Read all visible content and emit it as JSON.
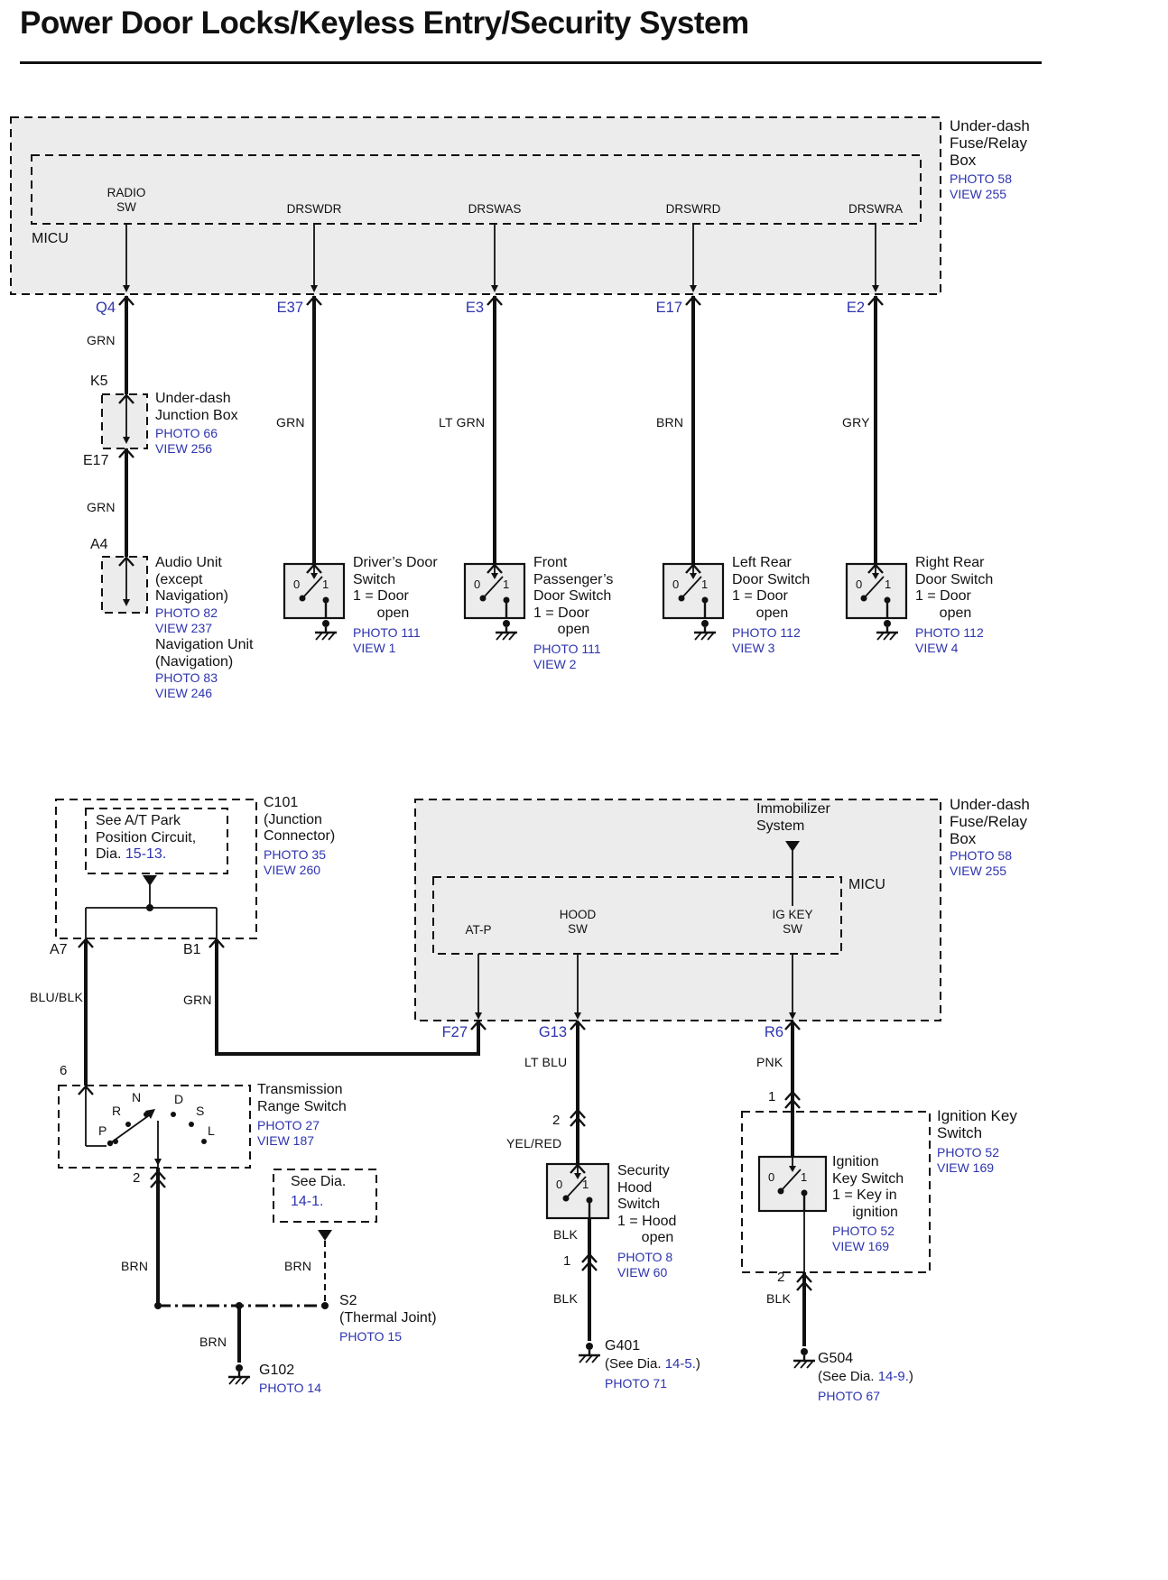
{
  "title": "Power Door Locks/Keyless Entry/Security System",
  "colors": {
    "ink": "#111111",
    "ref": "#2e34ae",
    "fill": "#ececec"
  },
  "sw0": "0",
  "sw1": "1",
  "top": {
    "fusebox": {
      "label": "Under-dash\nFuse/Relay\nBox",
      "photo": "PHOTO 58",
      "view": "VIEW 255",
      "micu": "MICU",
      "terminals": {
        "radio": "RADIO\nSW",
        "drswdr": "DRSWDR",
        "drswas": "DRSWAS",
        "drswrd": "DRSWRD",
        "drswra": "DRSWRA"
      }
    },
    "pins": {
      "q4": "Q4",
      "e37": "E37",
      "e3": "E3",
      "e17": "E17",
      "e2": "E2"
    },
    "wires": {
      "q4a": "GRN",
      "q4b": "GRN",
      "e37": "GRN",
      "e3": "LT GRN",
      "e17": "BRN",
      "e2": "GRY"
    },
    "junction": {
      "pin_top": "K5",
      "label": "Under-dash\nJunction Box",
      "photo": "PHOTO 66",
      "view": "VIEW 256",
      "pin_bottom": "E17"
    },
    "audio": {
      "pin": "A4",
      "label1": "Audio Unit\n(except\nNavigation)",
      "photo1": "PHOTO 82",
      "view1": "VIEW 237",
      "label2": "Navigation Unit\n(Navigation)",
      "photo2": "PHOTO 83",
      "view2": "VIEW 246"
    },
    "driver": {
      "label": "Driver’s Door\nSwitch\n1 = Door\n      open",
      "photo": "PHOTO 111",
      "view": "VIEW 1"
    },
    "passenger": {
      "label": "Front\nPassenger’s\nDoor Switch\n1 = Door\n      open",
      "photo": "PHOTO 111",
      "view": "VIEW 2"
    },
    "leftrear": {
      "label": "Left Rear\nDoor Switch\n1 = Door\n      open",
      "photo": "PHOTO 112",
      "view": "VIEW 3"
    },
    "rightrear": {
      "label": "Right Rear\nDoor Switch\n1 = Door\n      open",
      "photo": "PHOTO 112",
      "view": "VIEW 4"
    }
  },
  "bottom": {
    "atpark": {
      "line1": "See A/T Park\nPosition Circuit,\n",
      "dia_label": "Dia. ",
      "dia_ref": "15-13."
    },
    "c101": {
      "label": "C101\n(Junction\nConnector)",
      "photo": "PHOTO 35",
      "view": "VIEW 260"
    },
    "pins": {
      "a7": "A7",
      "b1": "B1",
      "f27": "F27",
      "g13": "G13",
      "r6": "R6"
    },
    "wires": {
      "a7": "BLU/BLK",
      "b1": "GRN",
      "g13a": "LT BLU",
      "g13b": "YEL/RED",
      "g13c": "BLK",
      "g13d": "BLK",
      "r6a": "PNK",
      "r6b": "BLK",
      "tr": "BRN",
      "s2": "BRN",
      "g102": "BRN"
    },
    "nums": {
      "a7_6": "6",
      "tr_2": "2",
      "g13_2": "2",
      "g13_1": "1",
      "r6_1": "1",
      "r6_2": "2"
    },
    "trswitch": {
      "label": "Transmission\nRange Switch",
      "photo": "PHOTO 27",
      "view": "VIEW 187",
      "positions": [
        "P",
        "R",
        "N",
        "D",
        "S",
        "L"
      ]
    },
    "seedia": {
      "label": "See Dia.",
      "ref": "14-1."
    },
    "s2": {
      "label": "S2\n(Thermal Joint)",
      "photo": "PHOTO 15"
    },
    "g102": {
      "name": "G102",
      "photo": "PHOTO 14"
    },
    "fusebox": {
      "label": "Under-dash\nFuse/Relay\nBox",
      "photo": "PHOTO 58",
      "view": "VIEW 255",
      "micu": "MICU",
      "terminals": {
        "atp": "AT-P",
        "hood": "HOOD\nSW",
        "igkey": "IG KEY\nSW"
      }
    },
    "immobilizer": "Immobilizer\nSystem",
    "hoodswitch": {
      "label": "Security\nHood\nSwitch\n1 = Hood\n      open",
      "photo": "PHOTO 8",
      "view": "VIEW 60"
    },
    "ignition": {
      "outer_label": "Ignition Key\nSwitch",
      "outer_photo": "PHOTO 52",
      "outer_view": "VIEW 169",
      "inner_label": "Ignition\nKey Switch\n1 = Key in\n     ignition",
      "inner_photo": "PHOTO 52",
      "inner_view": "VIEW 169"
    },
    "g401": {
      "name": "G401",
      "see_pre": "(See Dia. ",
      "see_ref": "14-5.",
      "see_post": ")",
      "photo": "PHOTO 71"
    },
    "g504": {
      "name": "G504",
      "see_pre": "(See Dia. ",
      "see_ref": "14-9.",
      "see_post": ")",
      "photo": "PHOTO 67"
    }
  }
}
